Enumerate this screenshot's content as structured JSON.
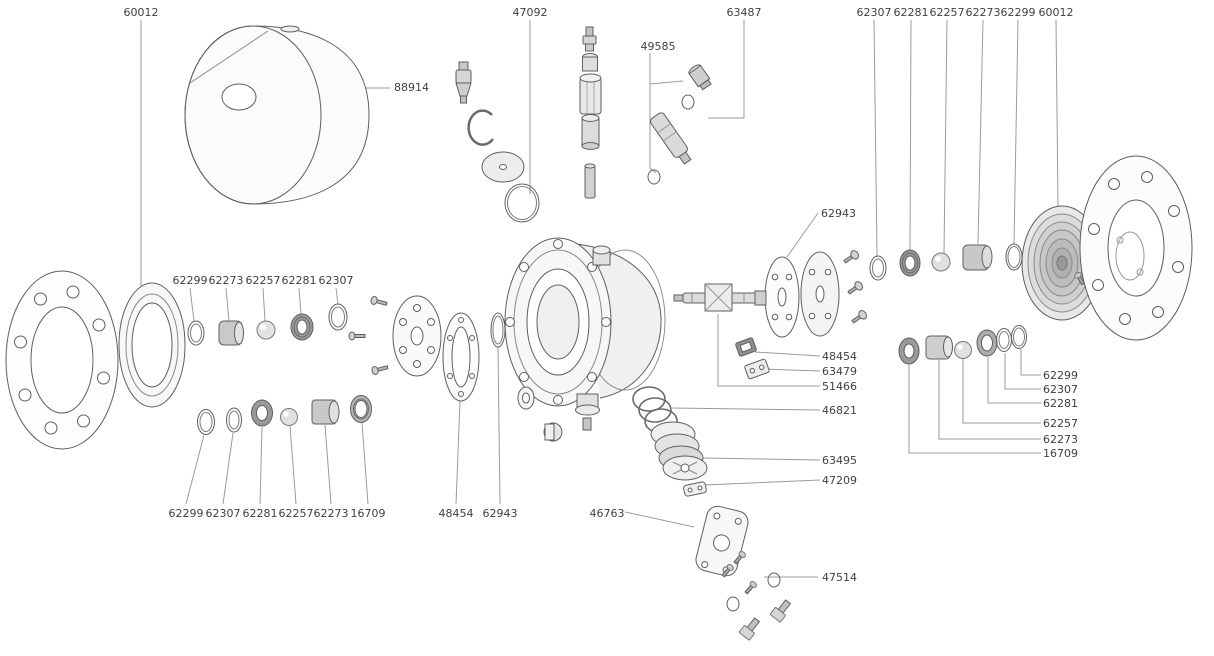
{
  "figure": {
    "kind": "exploded-parts-diagram",
    "colors": {
      "background": "#ffffff",
      "leader_line": "#9b9b9b",
      "part_outline": "#5f5f5f",
      "text": "#3f3f3f"
    },
    "labels": {
      "top_left_60012": "60012",
      "drum_88914": "88914",
      "top_47092": "47092",
      "top_63487": "63487",
      "mid_49585": "49585",
      "tr_62307": "62307",
      "tr_62281": "62281",
      "tr_62257": "62257",
      "tr_62273": "62273",
      "tr_62299": "62299",
      "tr_60012": "60012",
      "ml_62299": "62299",
      "ml_62273": "62273",
      "ml_62257": "62257",
      "ml_62281": "62281",
      "ml_62307": "62307",
      "r_62943": "62943",
      "rc_48454": "48454",
      "rc_63479": "63479",
      "rc_51466": "51466",
      "rc_46821": "46821",
      "rc_63495": "63495",
      "rc_47209": "47209",
      "rr_62299": "62299",
      "rr_62307": "62307",
      "rr_62281": "62281",
      "rr_62257": "62257",
      "rr_62273": "62273",
      "rr_16709": "16709",
      "bl_62299": "62299",
      "bl_62307": "62307",
      "bl_62281": "62281",
      "bl_62257": "62257",
      "bl_62273": "62273",
      "bl_16709": "16709",
      "b_48454": "48454",
      "b_62943": "62943",
      "b_46763": "46763",
      "b_47514": "47514"
    }
  }
}
